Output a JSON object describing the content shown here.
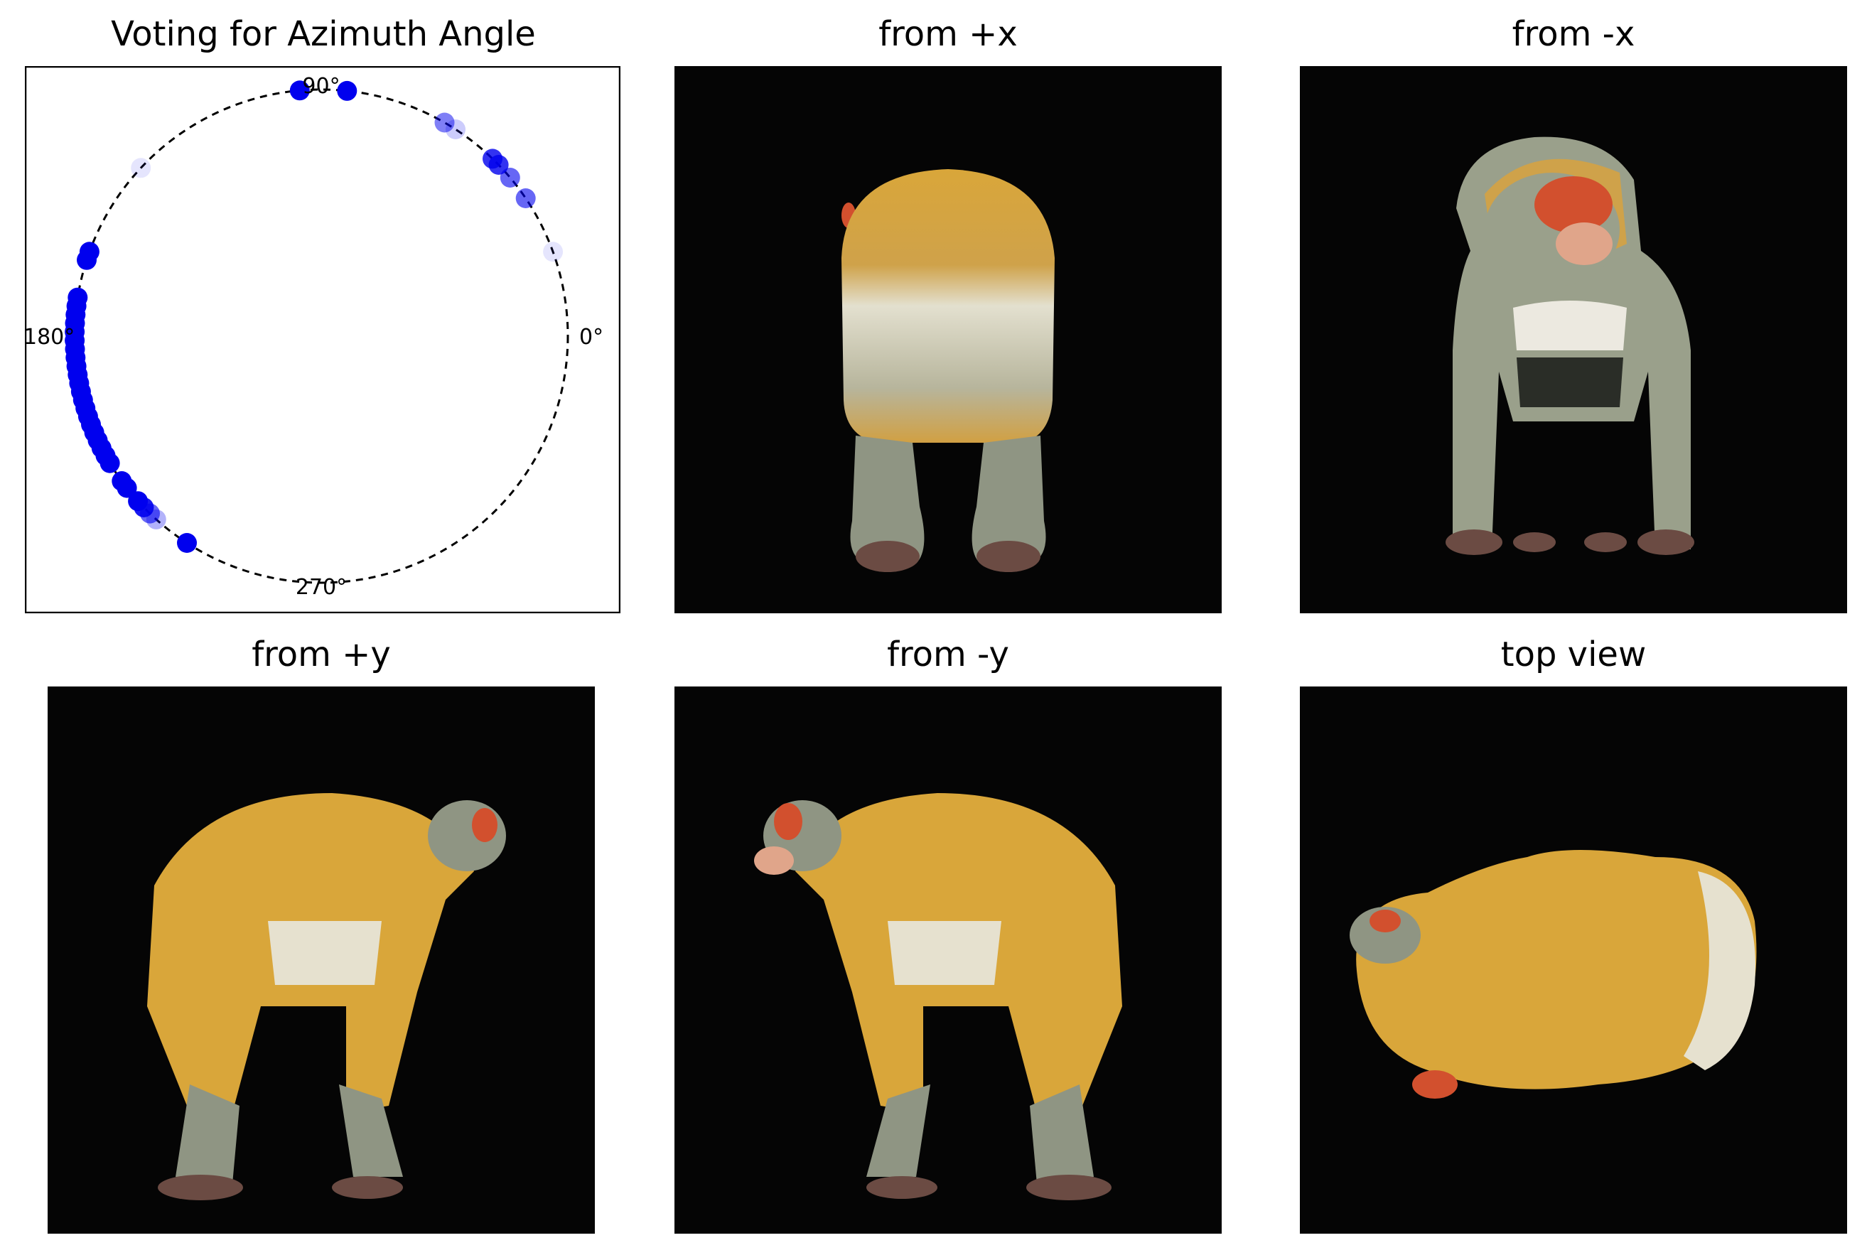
{
  "chart_data": {
    "type": "scatter",
    "projection": "polar",
    "title": "Voting for Azimuth Angle",
    "angle_tick_labels": [
      "90°",
      "180°",
      "0°",
      "270°"
    ],
    "radius": 1,
    "point_color": "#0000ee",
    "points": [
      {
        "angle": 95,
        "alpha": 1.0
      },
      {
        "angle": 84,
        "alpha": 1.0
      },
      {
        "angle": 60,
        "alpha": 0.5
      },
      {
        "angle": 57,
        "alpha": 0.2
      },
      {
        "angle": 46,
        "alpha": 0.8
      },
      {
        "angle": 44,
        "alpha": 0.8
      },
      {
        "angle": 40,
        "alpha": 0.6
      },
      {
        "angle": 34,
        "alpha": 0.6
      },
      {
        "angle": 20,
        "alpha": 0.1
      },
      {
        "angle": 137,
        "alpha": 0.1
      },
      {
        "angle": 160,
        "alpha": 1.0
      },
      {
        "angle": 162,
        "alpha": 1.0
      },
      {
        "angle": 171,
        "alpha": 1.0
      },
      {
        "angle": 173,
        "alpha": 1.0
      },
      {
        "angle": 175,
        "alpha": 1.0
      },
      {
        "angle": 177,
        "alpha": 1.0
      },
      {
        "angle": 179,
        "alpha": 1.0
      },
      {
        "angle": 181,
        "alpha": 1.0
      },
      {
        "angle": 183,
        "alpha": 1.0
      },
      {
        "angle": 185,
        "alpha": 1.0
      },
      {
        "angle": 187,
        "alpha": 1.0
      },
      {
        "angle": 189,
        "alpha": 1.0
      },
      {
        "angle": 191,
        "alpha": 1.0
      },
      {
        "angle": 193,
        "alpha": 1.0
      },
      {
        "angle": 195,
        "alpha": 1.0
      },
      {
        "angle": 197,
        "alpha": 1.0
      },
      {
        "angle": 199,
        "alpha": 1.0
      },
      {
        "angle": 201,
        "alpha": 1.0
      },
      {
        "angle": 203,
        "alpha": 1.0
      },
      {
        "angle": 205,
        "alpha": 1.0
      },
      {
        "angle": 207,
        "alpha": 1.0
      },
      {
        "angle": 209,
        "alpha": 1.0
      },
      {
        "angle": 211,
        "alpha": 1.0
      },
      {
        "angle": 216,
        "alpha": 1.0
      },
      {
        "angle": 218,
        "alpha": 1.0
      },
      {
        "angle": 222,
        "alpha": 1.0
      },
      {
        "angle": 224,
        "alpha": 0.9
      },
      {
        "angle": 226,
        "alpha": 0.6
      },
      {
        "angle": 228,
        "alpha": 0.3
      },
      {
        "angle": 237,
        "alpha": 1.0
      }
    ]
  },
  "views": [
    {
      "title": "from +x"
    },
    {
      "title": "from -x"
    },
    {
      "title": "from +y"
    },
    {
      "title": "from -y"
    },
    {
      "title": "top view"
    }
  ],
  "colors": {
    "background": "#050505",
    "fur_gold": "#d9a63a",
    "fur_light": "#e6e1cf",
    "skin_grey": "#8f9583",
    "face_red": "#d2502e",
    "hands": "#6b4b43"
  }
}
